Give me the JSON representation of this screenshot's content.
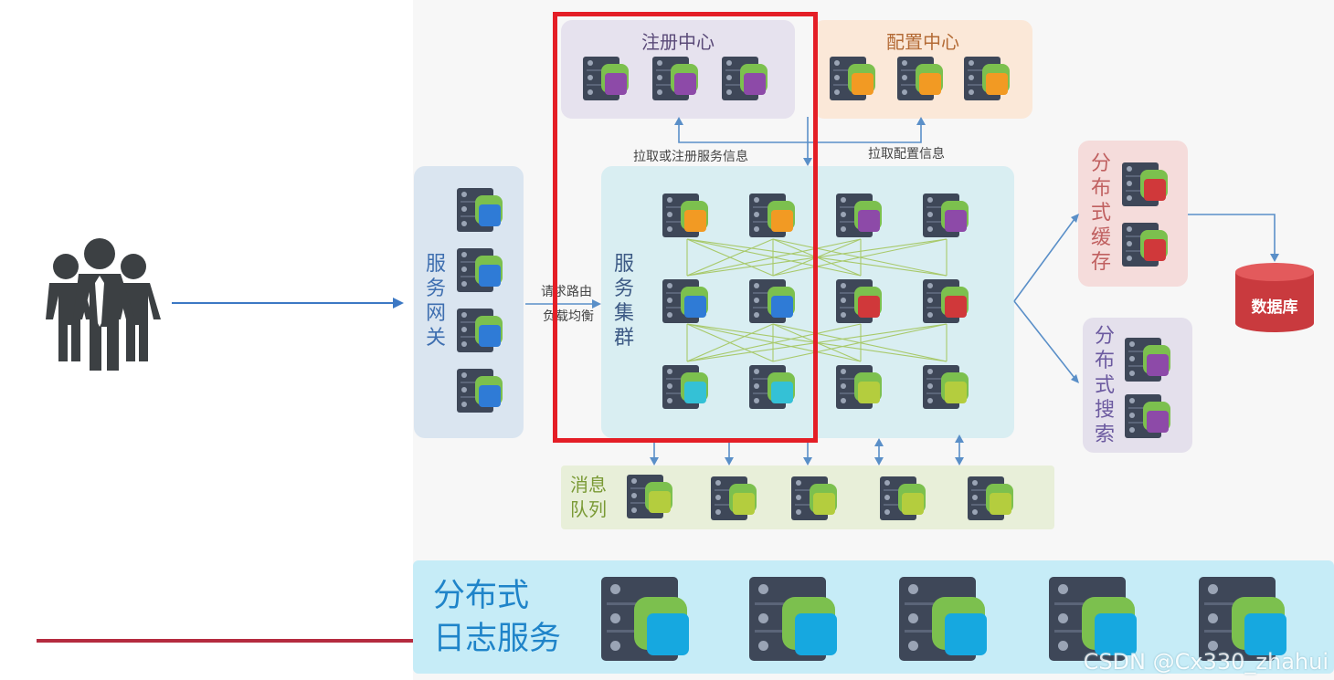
{
  "registry": {
    "title": "注册中心"
  },
  "config": {
    "title": "配置中心"
  },
  "gateway": {
    "label": "服务\n网关"
  },
  "cluster": {
    "label": "服务\n集群"
  },
  "cache": {
    "label": "分\n布\n式\n缓\n存"
  },
  "search": {
    "label": "分\n布\n式\n搜\n索"
  },
  "mq": {
    "label": "消息\n队列"
  },
  "logs": {
    "label": "分布式\n日志服务"
  },
  "database": {
    "label": "数据库"
  },
  "edges": {
    "pull_register": "拉取或注册服务信息",
    "pull_config": "拉取配置信息",
    "routing_line1": "请求路由",
    "routing_line2": "负载均衡"
  },
  "watermark": "CSDN @Cx330_zhahui",
  "colors": {
    "highlight": "#e41e26",
    "registry_bg": "#e6e2ee",
    "config_bg": "#fbe8d8",
    "gateway_bg": "#dae5f0",
    "cluster_bg": "#d9eef2",
    "mq_bg": "#e8efd9",
    "logs_bg": "#c6ecf7",
    "purple": "#8d4aa8",
    "orange": "#f29a23",
    "blue": "#2f7bd6",
    "red": "#d0383a",
    "cyan": "#34c1d6",
    "lime": "#b4cd3e"
  }
}
